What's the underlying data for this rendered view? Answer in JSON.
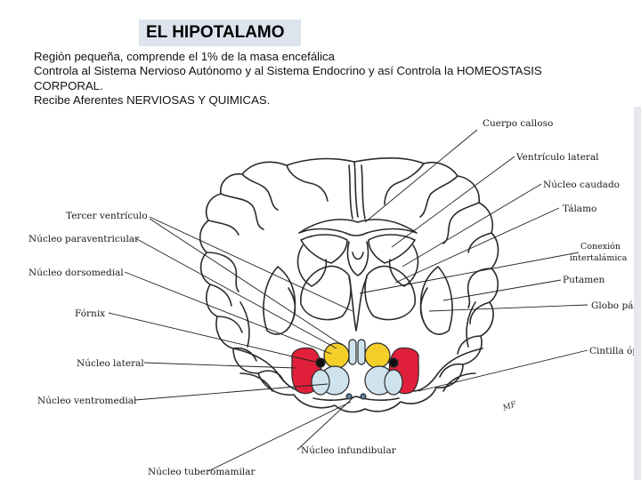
{
  "title": "EL HIPOTALAMO",
  "intro_lines": [
    "Región pequeña, comprende el 1% de la masa encefálica",
    "Controla al Sistema Nervioso Autónomo y al Sistema Endocrino  y así Controla la HOMEOSTASIS",
    "CORPORAL.",
    "Recibe Aferentes NERVIOSAS Y QUIMICAS."
  ],
  "labels": {
    "cuerpo_calloso": "Cuerpo calloso",
    "ventriculo_lateral": "Ventrículo lateral",
    "nucleo_caudado": "Núcleo caudado",
    "talamo": "Tálamo",
    "conexion_1": "Conexión",
    "conexion_2": "intertalámica",
    "putamen": "Putamen",
    "globo_palido": "Globo pálido",
    "cintilla_optica": "Cintilla óptica",
    "tercer_ventriculo": "Tercer ventrículo",
    "nucleo_paraventricular": "Núcleo paraventricular",
    "nucleo_dorsomedial": "Núcleo dorsomedial",
    "fornix": "Fórnix",
    "nucleo_lateral": "Núcleo lateral",
    "nucleo_ventromedial": "Núcleo ventromedial",
    "nucleo_infundibular": "Núcleo infundibular",
    "nucleo_tuberomamilar": "Núcleo tuberomamilar",
    "signature": "MF"
  },
  "colors": {
    "nucleus_red": "#e0203a",
    "nucleus_yellow": "#f4cf2a",
    "nucleus_lightblue": "#cfe3ef",
    "outline": "#2a2a2a"
  }
}
